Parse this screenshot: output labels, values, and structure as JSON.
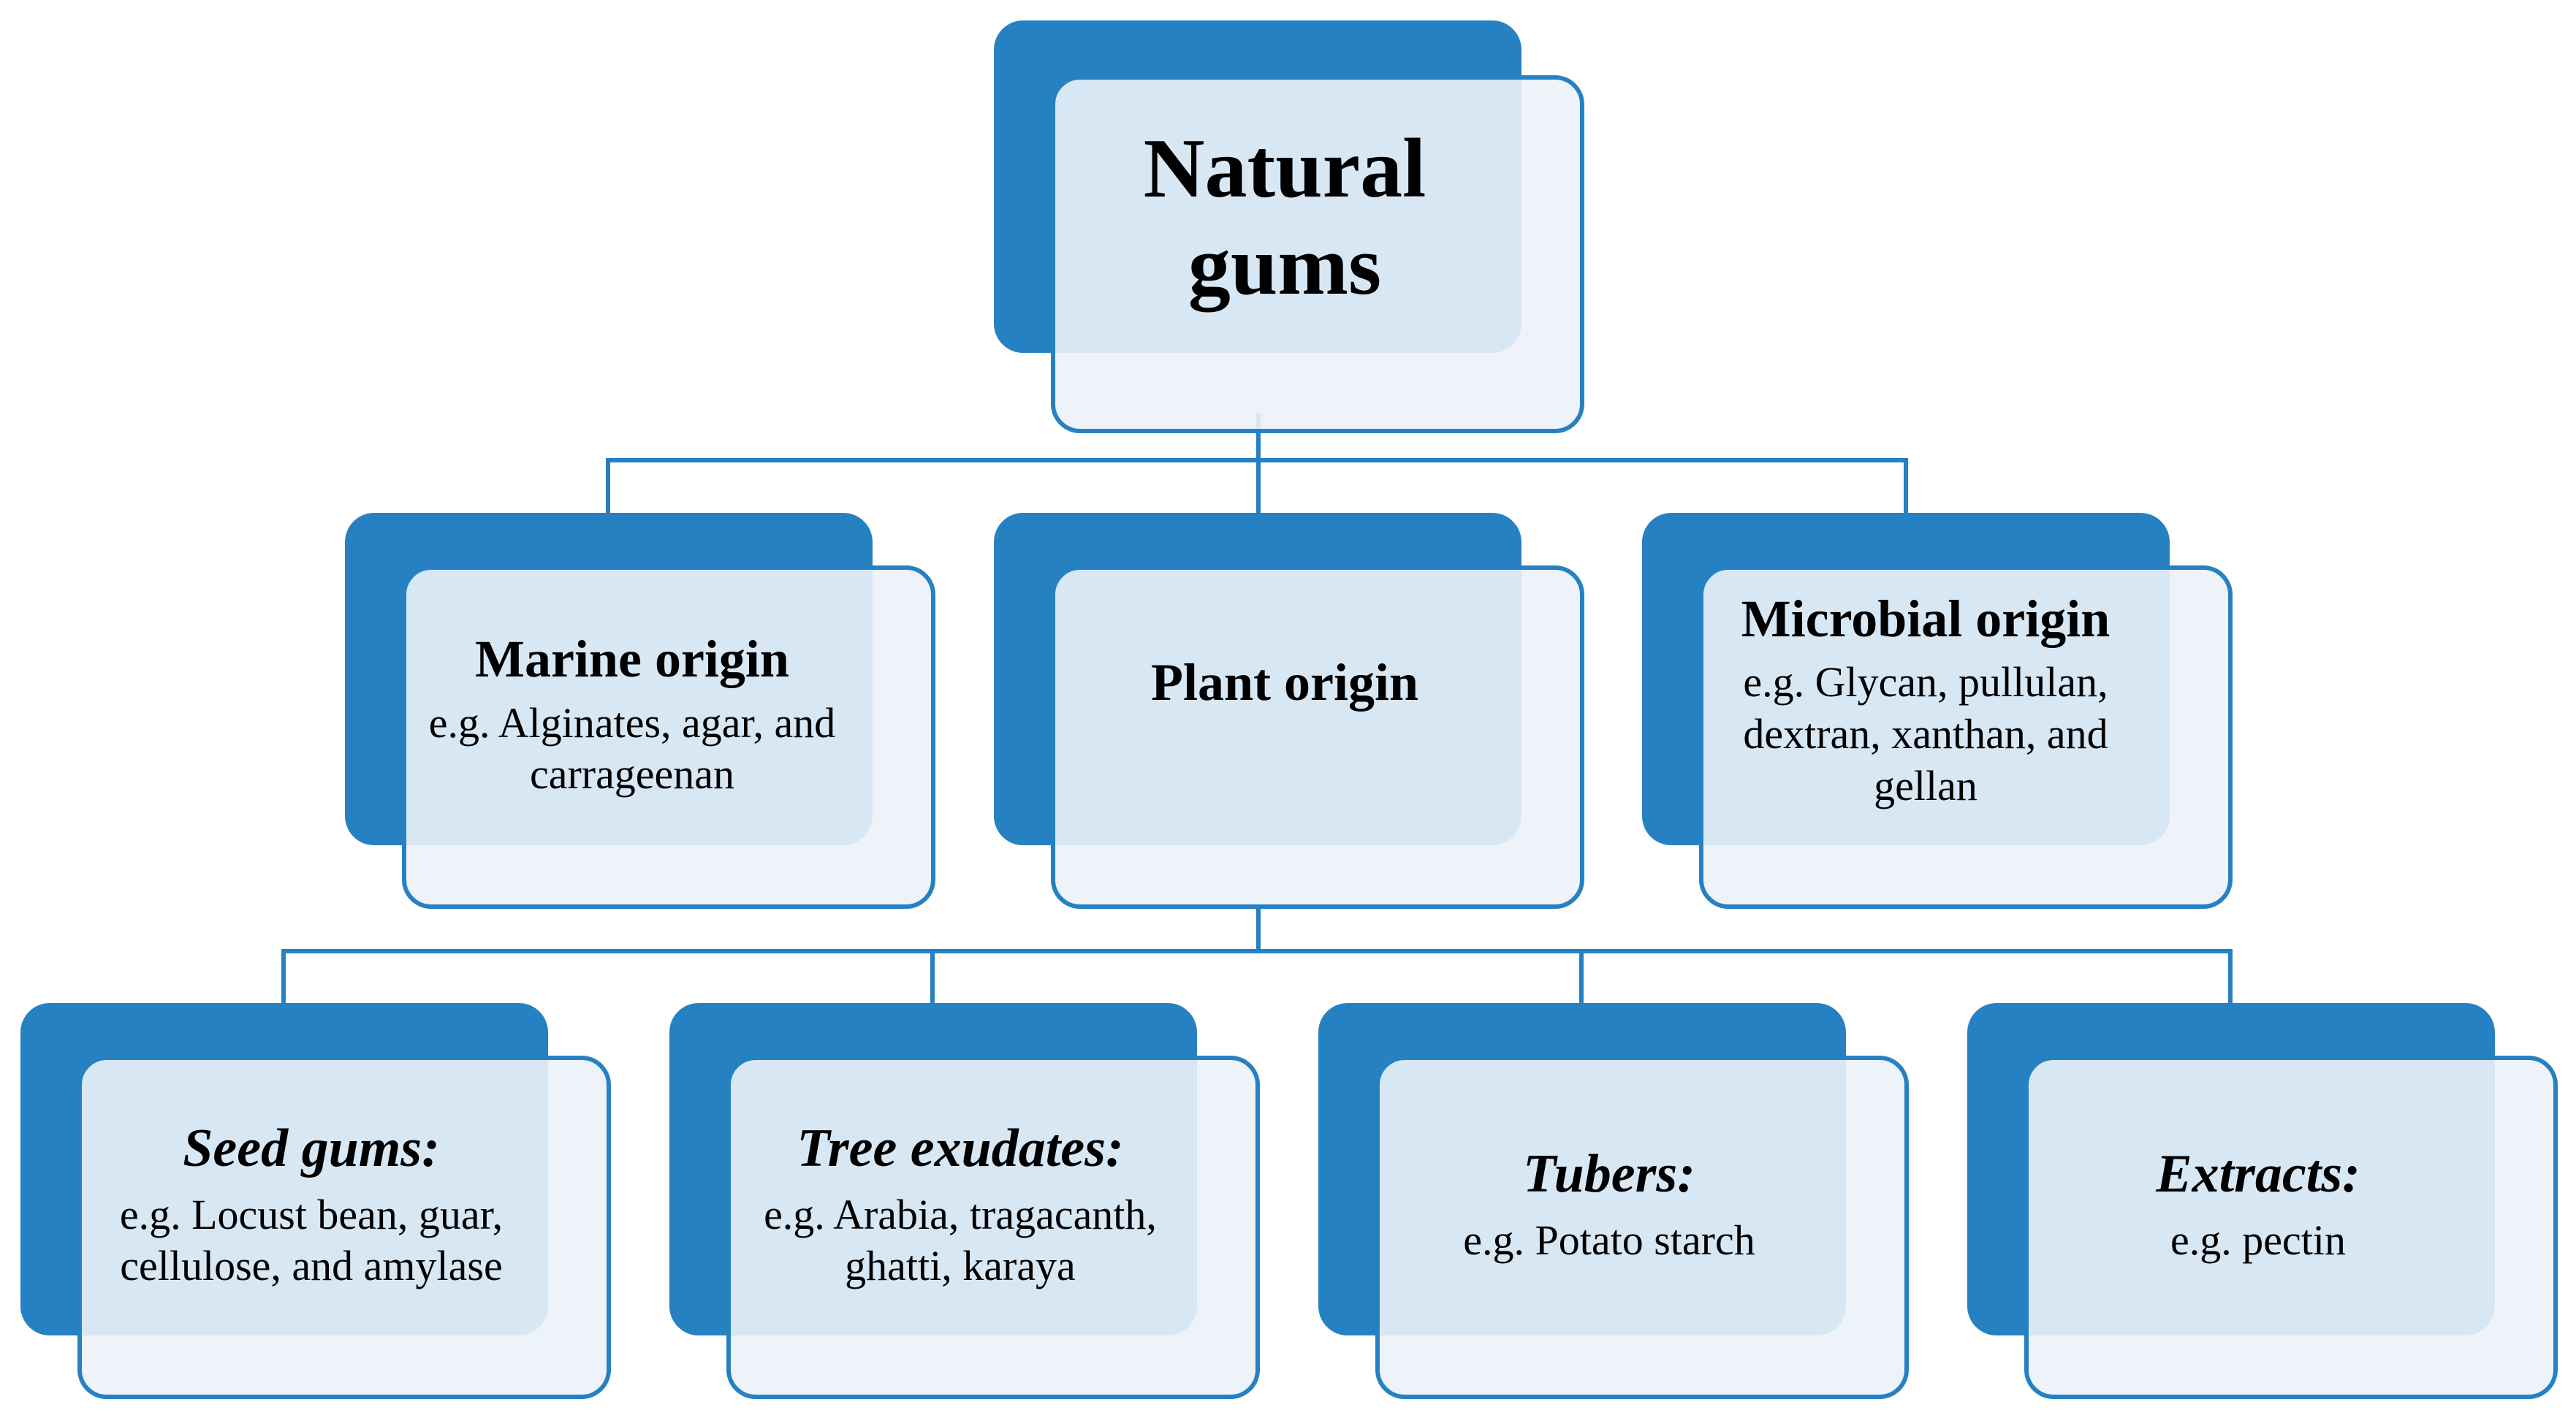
{
  "colors": {
    "accent": "#2681c2",
    "panel": "#ecf2fa",
    "text": "#000000"
  },
  "root": {
    "title_line1": "Natural",
    "title_line2": "gums"
  },
  "origins": {
    "marine": {
      "title": "Marine origin",
      "desc_line1": "e.g. Alginates, agar, and",
      "desc_line2": "carrageenan"
    },
    "plant": {
      "title": "Plant origin"
    },
    "microbial": {
      "title": "Microbial origin",
      "desc_line1": "e.g. Glycan, pullulan,",
      "desc_line2": "dextran, xanthan, and",
      "desc_line3": "gellan"
    }
  },
  "plant_types": {
    "seed": {
      "title": "Seed gums:",
      "desc_line1": "e.g. Locust bean, guar,",
      "desc_line2": "cellulose, and amylase"
    },
    "tree": {
      "title": "Tree exudates:",
      "desc_line1": "e.g. Arabia, tragacanth,",
      "desc_line2": "ghatti, karaya"
    },
    "tubers": {
      "title": "Tubers:",
      "desc_line1": "e.g. Potato starch"
    },
    "extracts": {
      "title": "Extracts:",
      "desc_line1": "e.g. pectin"
    }
  }
}
